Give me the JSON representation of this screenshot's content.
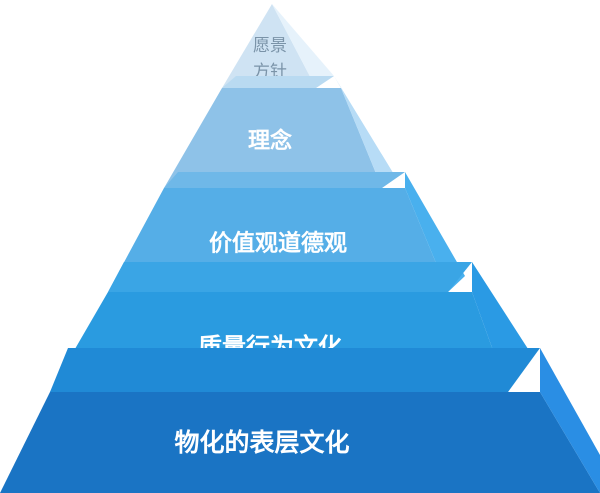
{
  "diagram": {
    "tiers": [
      {
        "label_lines": [
          "愿景",
          "方针"
        ],
        "color": "#cfe8f8",
        "side_color": "#a9d3ee"
      },
      {
        "label_lines": [
          "理念"
        ],
        "color": "#8ec6ec",
        "side_color": "#a8d6f5"
      },
      {
        "label_lines": [
          "价值观道德观"
        ],
        "color": "#56b2ea",
        "side_color": "#3ea4e5"
      },
      {
        "label_lines": [
          "质量行为文化"
        ],
        "color": "#2d9fe0",
        "side_color": "#1c8ed6"
      },
      {
        "label_lines": [
          "物化的表层文化"
        ],
        "color": "#1a78c8",
        "side_color": "#2a8be0"
      }
    ]
  }
}
